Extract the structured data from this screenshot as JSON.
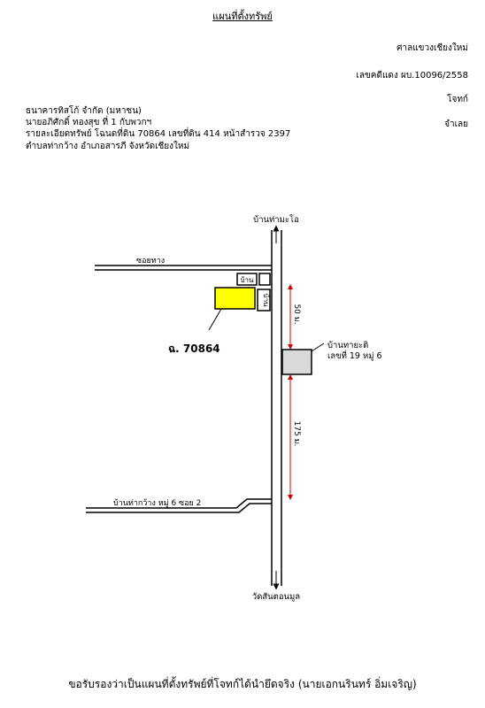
{
  "doc": {
    "title": "แผนที่ตั้งทรัพย์",
    "court": "ศาลแขวงเชียงใหม่",
    "case_no": "เลขคดีแดง ผบ.10096/2558",
    "plaintiff": "โจทก์",
    "defendant": "จำเลย",
    "party_lines": [
      "ธนาคารทิสโก้ จำกัด (มหาชน)",
      "นายอภิศักดิ์ ทองสุข  ที่ 1 กับพวกฯ",
      "รายละเอียดทรัพย์ โฉนดที่ดิน 70864 เลขที่ดิน 414 หน้าสำรวจ 2397",
      "ตำบลท่ากว้าง  อำเภอสารภี  จังหวัดเชียงใหม่"
    ],
    "footer": "ขอรับรองว่าเป็นแผนที่ตั้งทรัพย์ที่โจทก์ได้นำยึดจริง (นายเอกนรินทร์ อิ่มเจริญ)"
  },
  "map": {
    "north_label": "บ้านท่ามะโอ",
    "south_label": "วัดสันตอนมูล",
    "soi_label": "ซอยทาง",
    "house_label_1": "บ้าน",
    "house_label_2": "บ้าน",
    "deed_label": "ฉ. 70864",
    "landmark_label_line1": "บ้านทายะติ",
    "landmark_label_line2": "เลขที่ 19 หมู่ 6",
    "dist_upper": "50 ม.",
    "dist_lower": "175 ม.",
    "road_bottom_label": "บ้านท่ากว้าง หมู่ 6 ซอย 2",
    "colors": {
      "parcel": "#ffff00",
      "distance": "#cc0000",
      "landmark": "#d9d9d9"
    }
  }
}
